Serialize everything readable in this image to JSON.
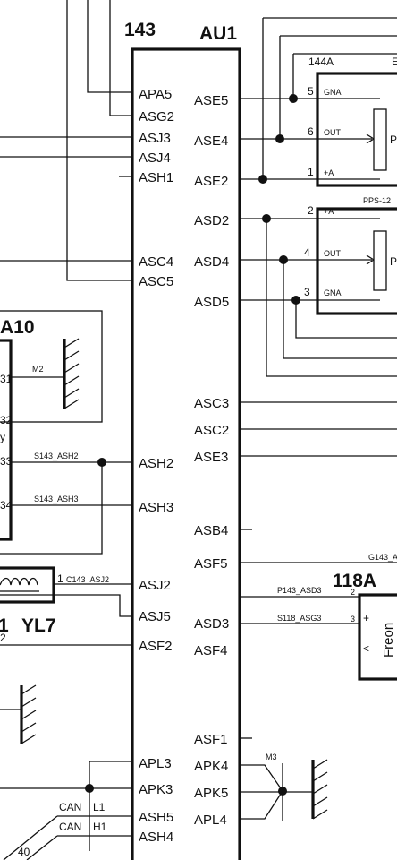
{
  "module_au1": {
    "number": "143",
    "name": "AU1",
    "left_pins": [
      "APA5",
      "ASG2",
      "ASJ3",
      "ASJ4",
      "ASH1",
      "ASC4",
      "ASC5",
      "ASH2",
      "ASH3",
      "ASJ2",
      "ASJ5",
      "ASF2",
      "APL3",
      "APK3",
      "ASH5",
      "ASH4"
    ],
    "right_pins": [
      "ASE5",
      "ASE4",
      "ASE2",
      "ASD2",
      "ASD4",
      "ASD5",
      "ASC3",
      "ASC2",
      "ASE3",
      "ASB4",
      "ASF5",
      "ASD3",
      "ASF4",
      "ASF1",
      "APK4",
      "APK5",
      "APL4"
    ]
  },
  "sensor_144a": {
    "label": "144A",
    "label_cut": "E",
    "pins": [
      {
        "num": "5",
        "name": "GNA"
      },
      {
        "num": "6",
        "name": "OUT"
      },
      {
        "num": "1",
        "name": "+A"
      }
    ],
    "body_letter": "P"
  },
  "sensor_pps": {
    "label": "PPS-12",
    "pins": [
      {
        "num": "2",
        "name": "+A"
      },
      {
        "num": "4",
        "name": "OUT"
      },
      {
        "num": "3",
        "name": "GNA"
      }
    ],
    "body_letter": "P"
  },
  "module_a10": {
    "label": "A10",
    "edge_pins": [
      "31",
      "32",
      "33",
      "34"
    ],
    "edge_chars": [
      "y"
    ],
    "ground": "M2",
    "wire_ash2": "S143_ASH2",
    "wire_ash3": "S143_ASH3"
  },
  "valve_yl7": {
    "label_prefix": "1",
    "label": "YL7",
    "pin": "1",
    "wire": "C143_ASJ2",
    "asf2_edge": "2"
  },
  "module_118a": {
    "label": "118A",
    "name": "Freon",
    "pins": [
      {
        "num": "2",
        "sign": "+"
      },
      {
        "num": "3",
        "sign": "<"
      }
    ],
    "wire_asd3": "P143_ASD3",
    "wire_asf4": "S118_ASG3",
    "wire_asf5": "G143_A"
  },
  "ground_m3": {
    "label": "M3"
  },
  "can_bus": {
    "lines": [
      {
        "prefix": "CAN",
        "name": "L1"
      },
      {
        "prefix": "CAN",
        "name": "H1"
      }
    ],
    "connector": "40"
  }
}
